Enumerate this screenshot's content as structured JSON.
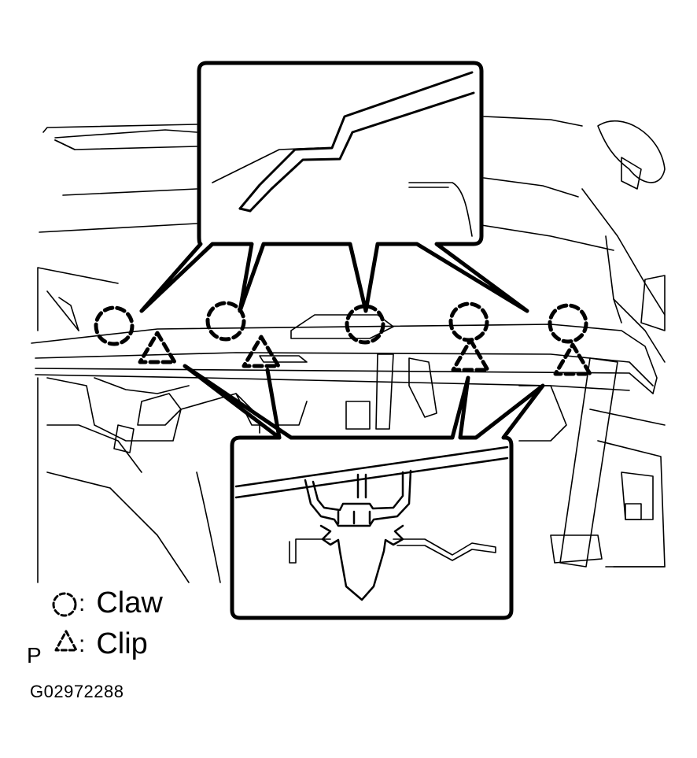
{
  "legend": {
    "claw_label": "Claw",
    "clip_label": "Clip",
    "claw_prefix": ":",
    "clip_prefix": ":"
  },
  "page_marker": "P",
  "figure_id": "G02972288",
  "claw_count": 5,
  "clip_count": 4
}
